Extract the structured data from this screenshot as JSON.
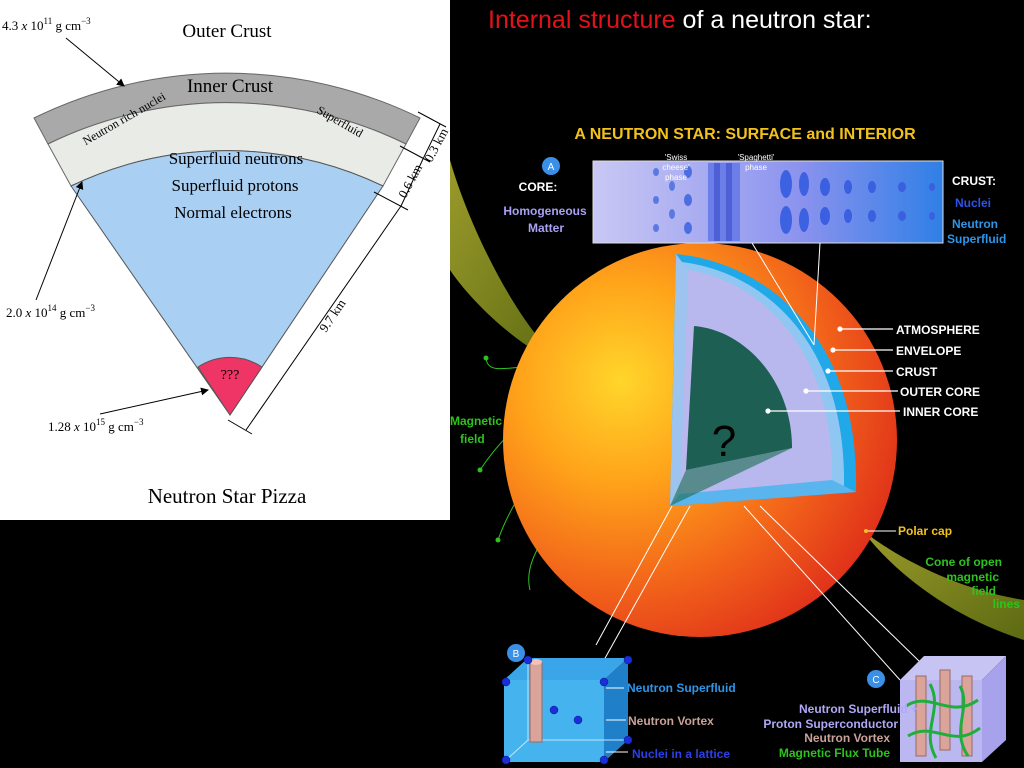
{
  "slide": {
    "title_highlight": "Internal structure",
    "title_rest": " of a neutron star:"
  },
  "pizza": {
    "outer_crust": "Outer Crust",
    "inner_crust": "Inner Crust",
    "neutron_rich_nuclei": "Neutron rich nuclei",
    "superfluid": "Superfluid",
    "core_lines": [
      "Superfluid neutrons",
      "Superfluid protons",
      "Normal electrons"
    ],
    "center": "???",
    "density_1_prefix": "4.3 ",
    "density_1_x": "x",
    "density_1_base": " 10",
    "density_1_exp": "11",
    "density_1_unit": " g cm",
    "density_1_unit_exp": "−3",
    "density_2_prefix": "2.0 ",
    "density_2_x": "x",
    "density_2_base": " 10",
    "density_2_exp": "14",
    "density_2_unit": " g cm",
    "density_2_unit_exp": "−3",
    "density_3_prefix": "1.28 ",
    "density_3_x": "x",
    "density_3_base": " 10",
    "density_3_exp": "15",
    "density_3_unit": " g cm",
    "density_3_unit_exp": "−3",
    "dim_outer": "0.3 km",
    "dim_inner": "0.6 km",
    "dim_core": "9.7 km",
    "caption": "Neutron Star Pizza"
  },
  "star": {
    "heading": "A NEUTRON STAR:  SURFACE and INTERIOR",
    "badge_a": "A",
    "badge_b": "B",
    "badge_c": "C",
    "core_label": "CORE:",
    "homogeneous_1": "Homogeneous",
    "homogeneous_2": "Matter",
    "swiss_1": "'Swiss",
    "swiss_2": "cheese'",
    "swiss_3": "phase",
    "spaghetti_1": "'Spaghetti'",
    "spaghetti_2": "phase",
    "crust_label": "CRUST:",
    "nuclei": "Nuclei",
    "neutron_1": "Neutron",
    "neutron_2": "Superfluid",
    "layers": [
      "ATMOSPHERE",
      "ENVELOPE",
      "CRUST",
      "OUTER CORE",
      "INNER CORE"
    ],
    "question": "?",
    "magnetic_1": "Magnetic",
    "magnetic_2": "field",
    "polar_cap": "Polar cap",
    "cone_1": "Cone of open",
    "cone_2": "magnetic",
    "cone_3": "field",
    "cone_4": "lines",
    "b_superfluid": "Neutron Superfluid",
    "b_vortex": "Neutron Vortex",
    "b_nuclei": "Nuclei in a lattice",
    "c_superfluid": "Neutron Superfluid  +",
    "c_superconductor": "Proton Superconductor",
    "c_vortex": "Neutron Vortex",
    "c_flux": "Magnetic Flux Tube"
  },
  "colors": {
    "title_highlight": "#e3121a",
    "outer_crust": "#a9a9a9",
    "inner_crust": "#e9ebe6",
    "core": "#a9cff3",
    "center": "#ee3565",
    "heading": "#f2c21b",
    "label_blue": "#2f95e7",
    "label_green": "#2ec21e"
  }
}
